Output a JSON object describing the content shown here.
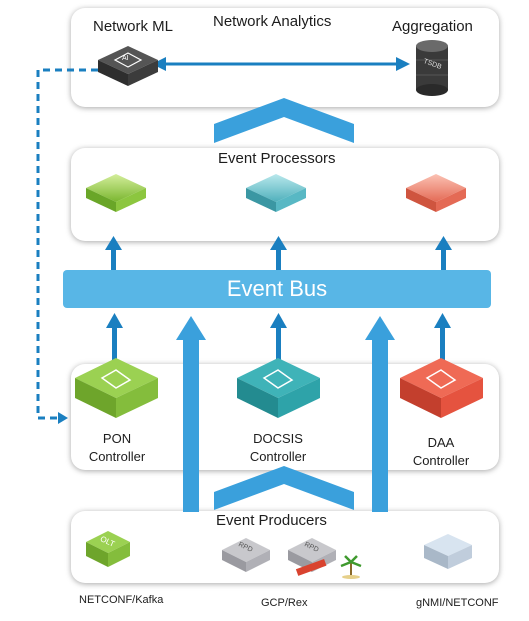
{
  "analytics": {
    "title": "Network Analytics",
    "network_ml": "Network ML",
    "aggregation": "Aggregation",
    "ml_chip_text": "AI",
    "db_text": "TSDB"
  },
  "processors": {
    "title": "Event Processors"
  },
  "bus": {
    "label": "Event Bus"
  },
  "controllers": [
    {
      "line1": "PON",
      "line2": "Controller",
      "color": "#8cc63f"
    },
    {
      "line1": "DOCSIS",
      "line2": "Controller",
      "color": "#2ea3a9"
    },
    {
      "line1": "DAA",
      "line2": "Controller",
      "color": "#e5533f"
    }
  ],
  "producers": {
    "title": "Event Producers",
    "olt_text": "OLT",
    "rpd_text": "RPD",
    "protocols": [
      "NETCONF/Kafka",
      "GCP/Rex",
      "gNMI/NETCONF"
    ]
  },
  "colors": {
    "arrow": "#1a7fc0",
    "bus": "#58b6e6",
    "chevron": "#3aa0dc"
  }
}
